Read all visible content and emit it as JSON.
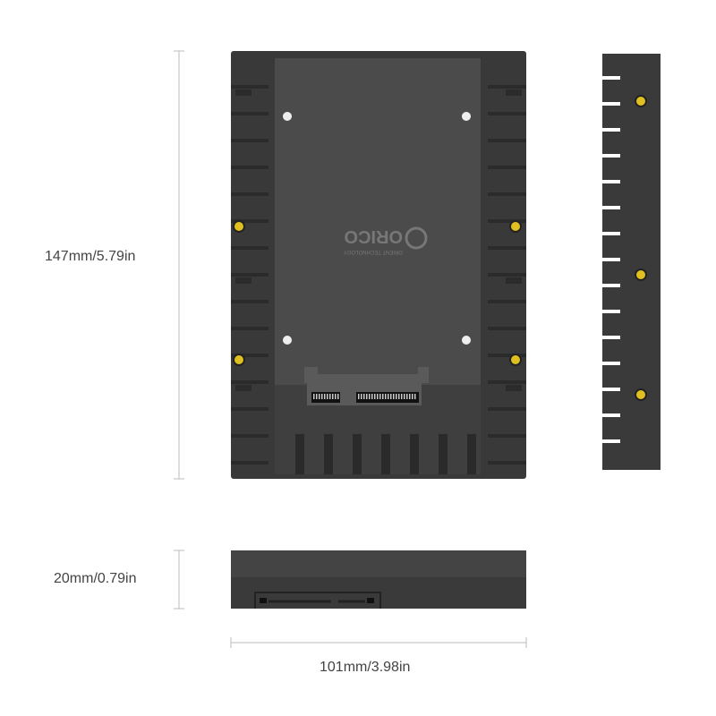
{
  "dimensions": {
    "height_label": "147mm/5.79in",
    "thickness_label": "20mm/0.79in",
    "width_label": "101mm/3.98in"
  },
  "logo": {
    "brand": "ORICO",
    "tagline": "ORIENT TECHNOLOGY"
  },
  "colors": {
    "body": "#3a3a3a",
    "plate": "#4b4b4b",
    "screw": "#e0c020",
    "dimension_line": "#bbbbbb"
  }
}
